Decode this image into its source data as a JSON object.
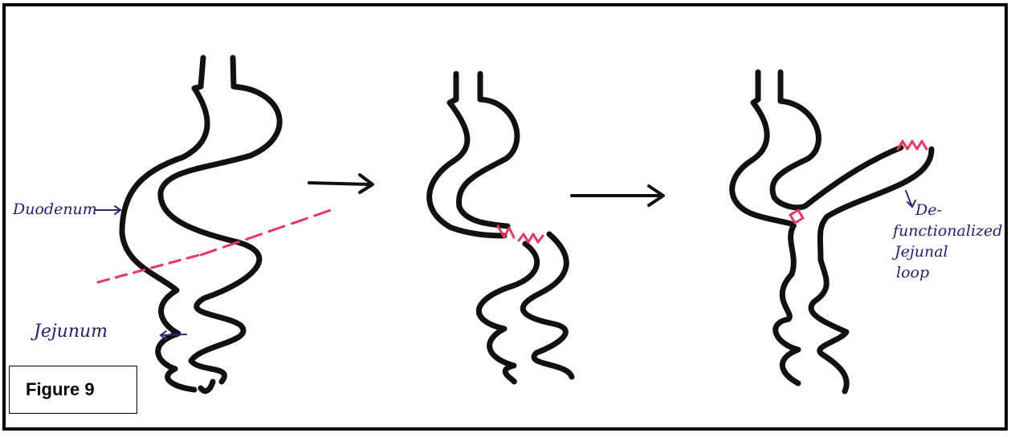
{
  "figure": {
    "label": "Figure 9"
  },
  "labels": {
    "duodenum": "Duodenum",
    "jejunum": "Jejunum",
    "defunctionalized_line1": "De-",
    "defunctionalized_line2": "functionalized",
    "defunctionalized_line3": "Jejunal",
    "defunctionalized_line4": "loop"
  },
  "colors": {
    "ink": "#111111",
    "annotation": "#22226e",
    "cut_line": "#e8375f",
    "border": "#000000"
  }
}
